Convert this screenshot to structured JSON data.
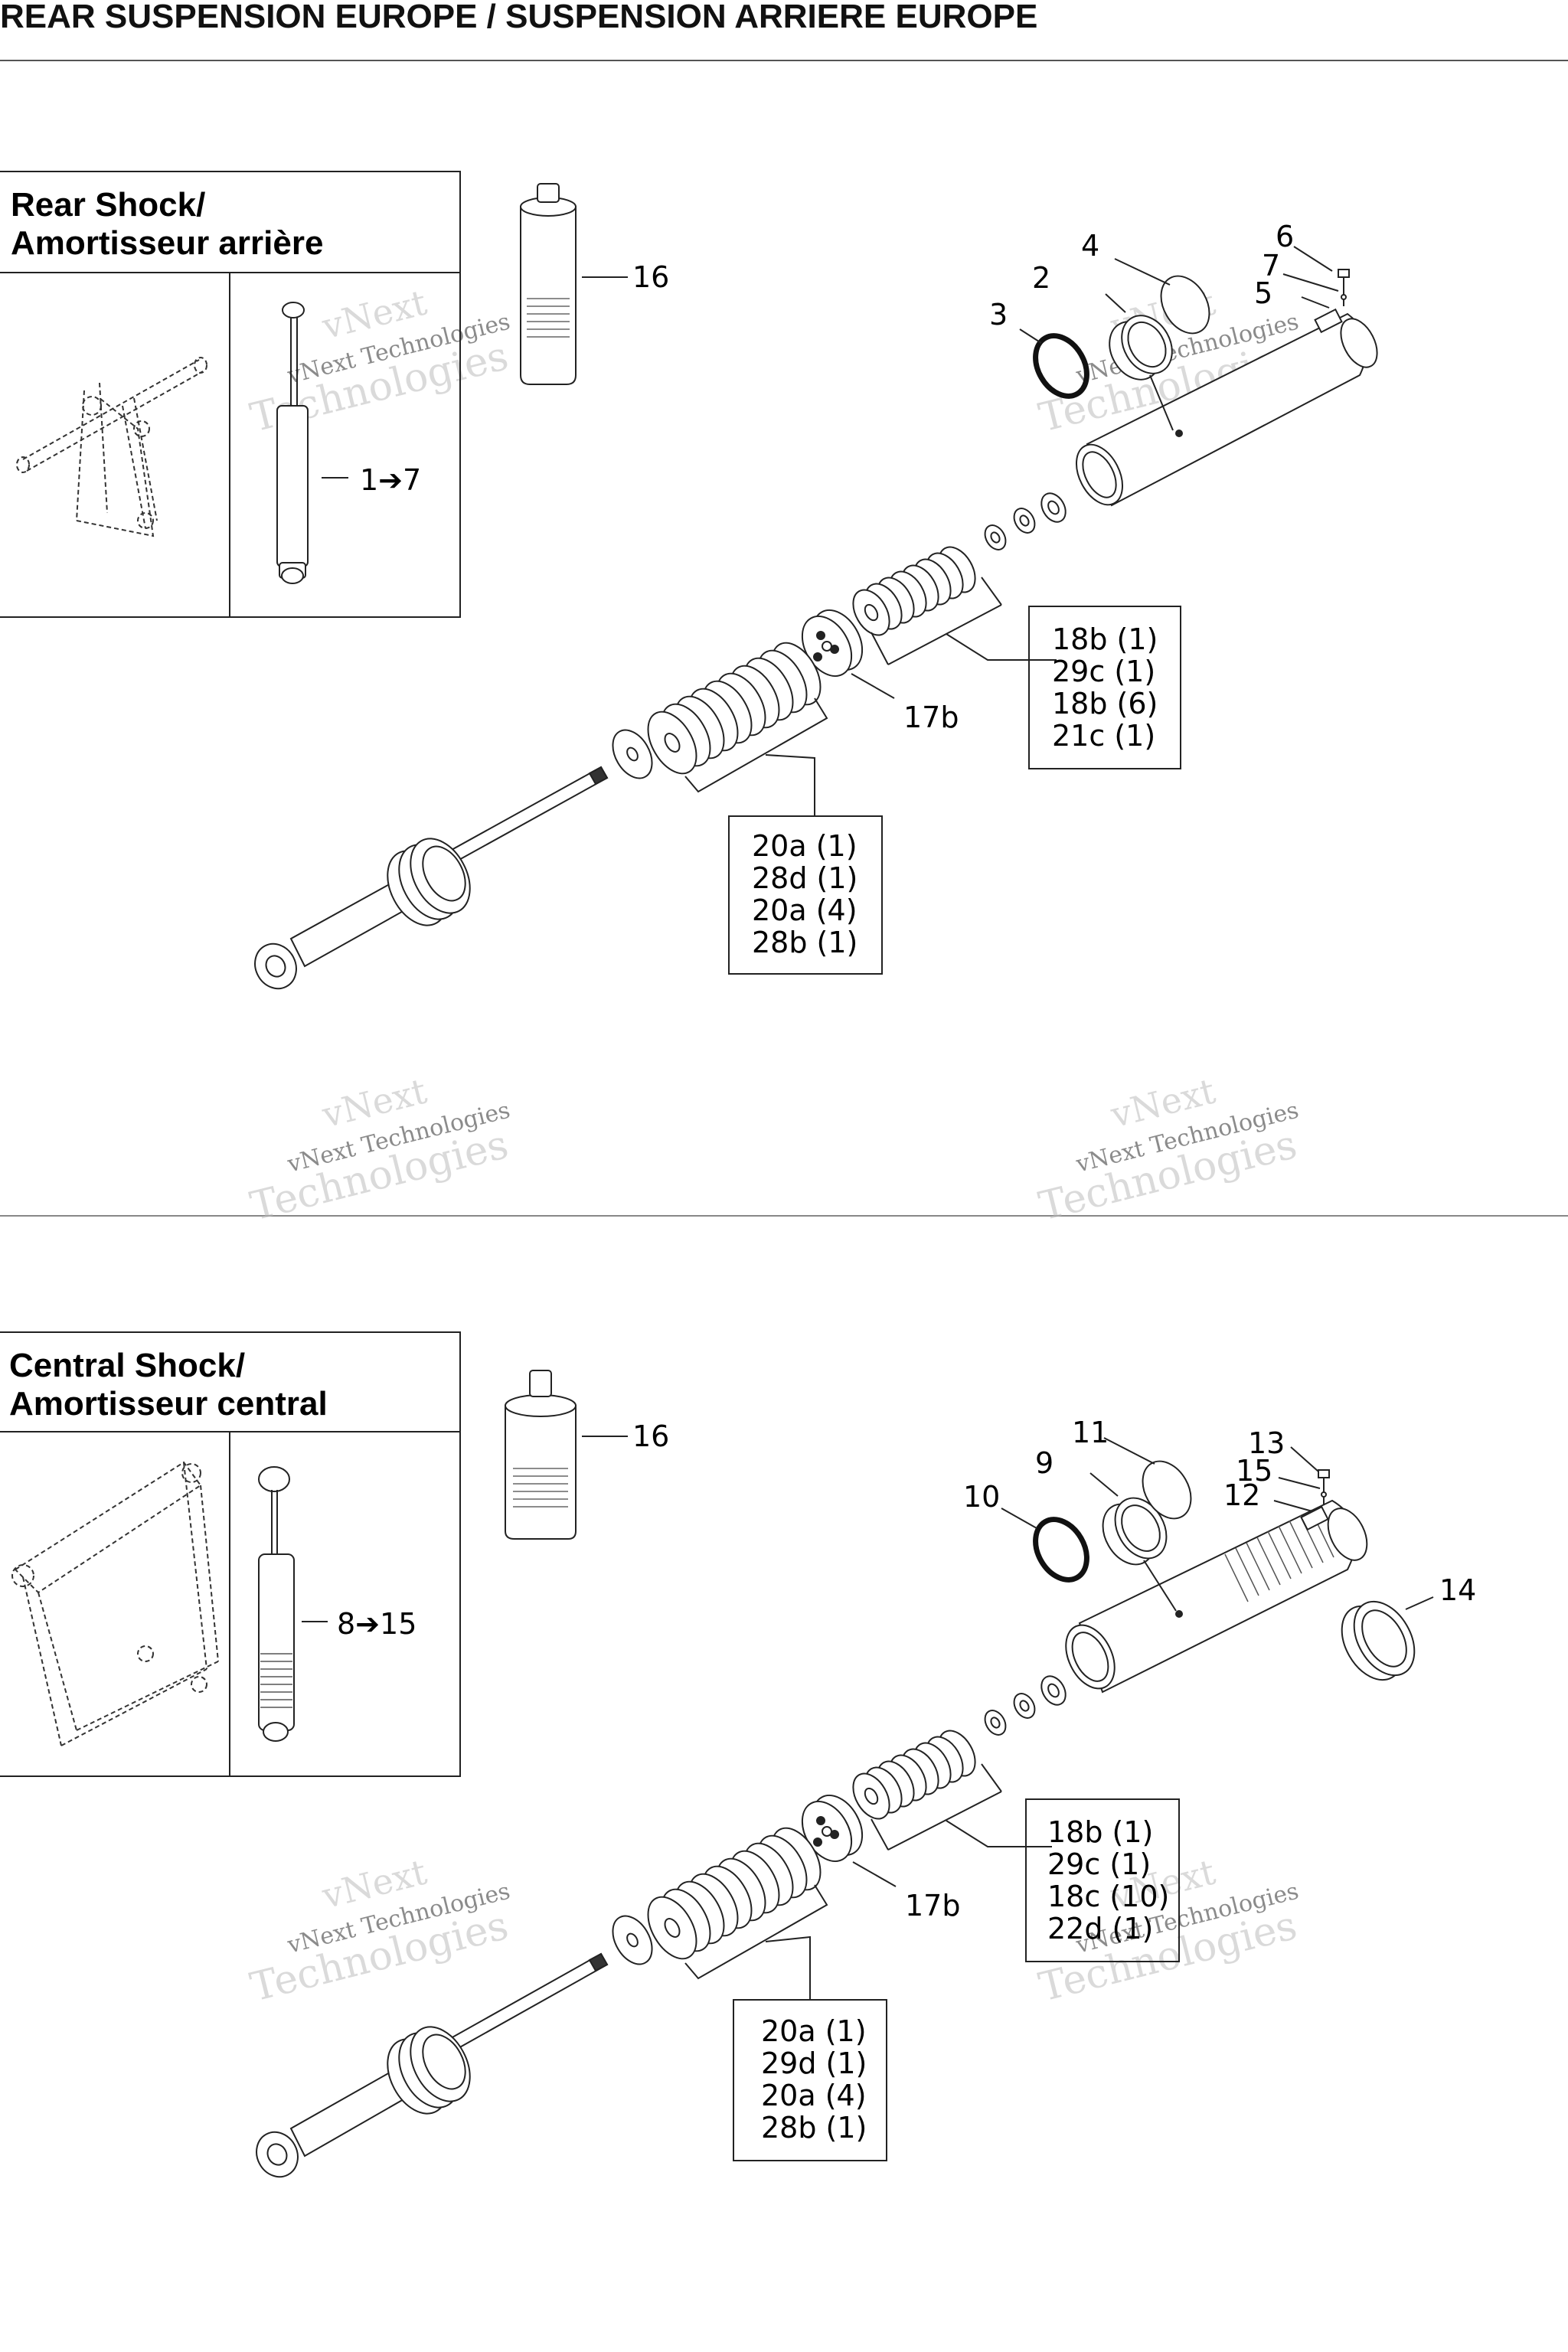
{
  "page": {
    "title": "REAR SUSPENSION EUROPE / SUSPENSION ARRIERE EUROPE"
  },
  "watermark": {
    "line1": "vNext",
    "line2": "vNext Technologies",
    "line3": "Technologies"
  },
  "sections": [
    {
      "title_line1": "Rear Shock/",
      "title_line2": "Amortisseur arrière",
      "range_label": "1➔7",
      "callouts": {
        "bottle": "16",
        "c2": "2",
        "c3": "3",
        "c4": "4",
        "c5": "5",
        "c6": "6",
        "c7": "7",
        "c17b": "17b"
      },
      "codes_right": [
        "18b (1)",
        "29c (1)",
        "18b (6)",
        "21c (1)"
      ],
      "codes_bottom": [
        "20a (1)",
        "28d (1)",
        "20a (4)",
        "28b (1)"
      ]
    },
    {
      "title_line1": "Central Shock/",
      "title_line2": "Amortisseur central",
      "range_label": "8➔15",
      "callouts": {
        "bottle": "16",
        "c9": "9",
        "c10": "10",
        "c11": "11",
        "c12": "12",
        "c13": "13",
        "c14": "14",
        "c15": "15",
        "c17b": "17b"
      },
      "codes_right": [
        "18b (1)",
        "29c (1)",
        "18c (10)",
        "22d (1)"
      ],
      "codes_bottom": [
        "20a (1)",
        "29d (1)",
        "20a (4)",
        "28b (1)"
      ]
    }
  ]
}
